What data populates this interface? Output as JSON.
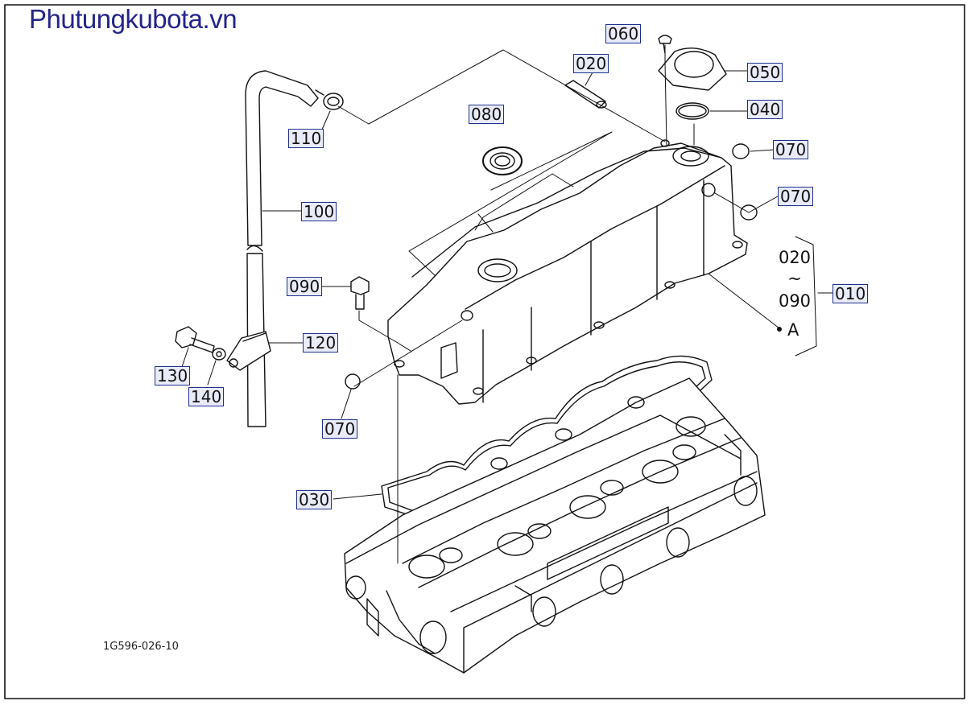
{
  "site_title": "Phutungkubota.vn",
  "document_code": "1G596-026-10",
  "callouts": [
    {
      "id": "p010",
      "label": "010"
    },
    {
      "id": "p020",
      "label": "020"
    },
    {
      "id": "p030",
      "label": "030"
    },
    {
      "id": "p040",
      "label": "040"
    },
    {
      "id": "p050",
      "label": "050"
    },
    {
      "id": "p060",
      "label": "060"
    },
    {
      "id": "p070a",
      "label": "070"
    },
    {
      "id": "p070b",
      "label": "070"
    },
    {
      "id": "p070c",
      "label": "070"
    },
    {
      "id": "p080",
      "label": "080"
    },
    {
      "id": "p090",
      "label": "090"
    },
    {
      "id": "p100",
      "label": "100"
    },
    {
      "id": "p110",
      "label": "110"
    },
    {
      "id": "p120",
      "label": "120"
    },
    {
      "id": "p130",
      "label": "130"
    },
    {
      "id": "p140",
      "label": "140"
    }
  ],
  "range_group": {
    "from": "020",
    "tilde": "~",
    "to": "090",
    "point_marker": "A"
  },
  "colors": {
    "title": "#24248a",
    "callout_border": "#1f2f8f",
    "callout_fill": "#e9ecf8",
    "line": "#111111"
  }
}
